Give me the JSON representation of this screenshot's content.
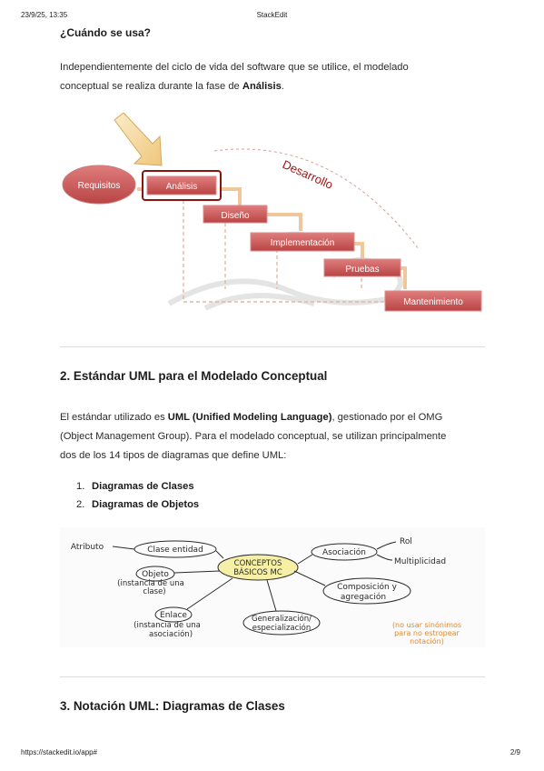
{
  "print_header": {
    "datetime": "23/9/25, 13:35",
    "app_title": "StackEdit"
  },
  "print_footer": {
    "url": "https://stackedit.io/app#",
    "page": "2/9"
  },
  "section_when": {
    "heading": "¿Cuándo se usa?",
    "para_line1": "Independientemente del ciclo de vida del software que se utilice, el modelado",
    "para_line2_before": "conceptual se realiza durante la fase de ",
    "para_line2_bold": "Análisis",
    "para_line2_after": "."
  },
  "lifecycle_diagram": {
    "overlay_label": "Desarrollo",
    "stages": [
      "Requisitos",
      "Análisis",
      "Diseño",
      "Implementación",
      "Pruebas",
      "Mantenimiento"
    ],
    "colors": {
      "stage_fill": "#cd5a5a",
      "stage_text": "#ffffff",
      "highlight_border": "#8e1212",
      "overlay_text": "#a31515",
      "arrow_fill": "#f4d89c"
    }
  },
  "section_uml": {
    "heading": "2. Estándar UML para el Modelado Conceptual",
    "line1_before": "El estándar utilizado es ",
    "line1_bold": "UML (Unified Modeling Language)",
    "line1_after": ", gestionado por el OMG",
    "line2": "(Object Management Group). Para el modelado conceptual, se utilizan principalmente",
    "line3": "dos de los 14 tipos de diagramas que define UML:",
    "list": [
      {
        "num": "1.",
        "label": "Diagramas de Clases"
      },
      {
        "num": "2.",
        "label": "Diagramas de Objetos"
      }
    ]
  },
  "concept_map": {
    "center": [
      "CONCEPTOS",
      "BÁSICOS MC"
    ],
    "nodes": {
      "clase_entidad": "Clase entidad",
      "atributo": "Atributo",
      "objeto": "Objeto",
      "objeto_note": [
        "(instancia de una",
        "clase)"
      ],
      "enlace": "Enlace",
      "enlace_note": [
        "(instancia de una",
        "asociación)"
      ],
      "generalizacion": [
        "Generalización/",
        "especialización"
      ],
      "asociacion": "Asociación",
      "rol": "Rol",
      "multiplicidad": "Multiplicidad",
      "composicion": [
        "Composición y",
        "agregación"
      ],
      "warning": [
        "(no usar sinónimos",
        "para no estropear",
        "notación)"
      ]
    },
    "colors": {
      "center_fill": "#f6f0a6",
      "ink": "#2a2a2a",
      "warning": "#e08a2c"
    }
  },
  "section_class": {
    "heading": "3. Notación UML: Diagramas de Clases"
  }
}
